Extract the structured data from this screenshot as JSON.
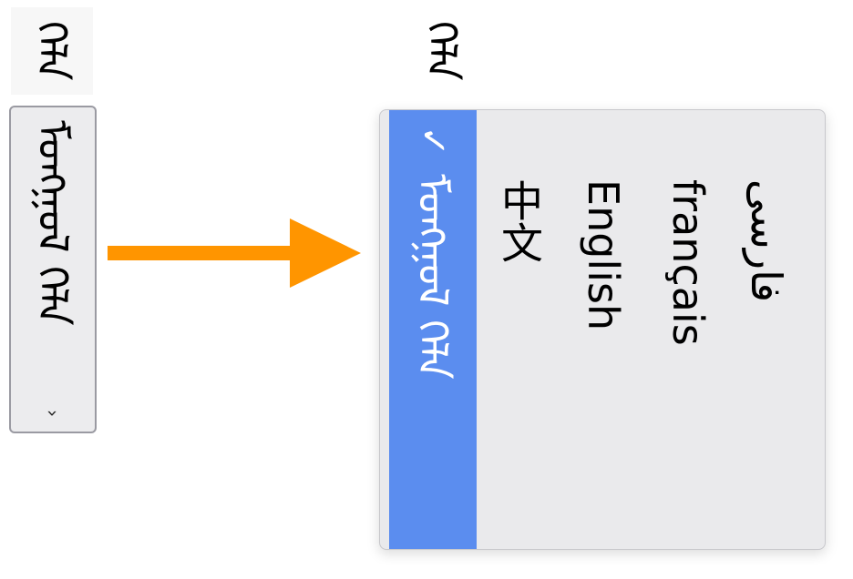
{
  "label": {
    "text": "ᠬᠡᠯᠡ"
  },
  "select": {
    "current_value": "ᠮᠣᠩᠭᠣᠯ ᠬᠡᠯᠡ",
    "chevron": "›"
  },
  "arrow": {
    "color": "#ff9500",
    "icon": "arrow-right-icon"
  },
  "dropdown": {
    "checkmark": "✓",
    "selected_color": "#5b8def",
    "options": [
      {
        "label": "ᠮᠣᠩᠭᠣᠯ ᠬᠡᠯᠡ",
        "selected": true
      },
      {
        "label": "中文",
        "selected": false
      },
      {
        "label": "English",
        "selected": false
      },
      {
        "label": "français",
        "selected": false
      },
      {
        "label": "فارسی",
        "selected": false
      }
    ]
  }
}
